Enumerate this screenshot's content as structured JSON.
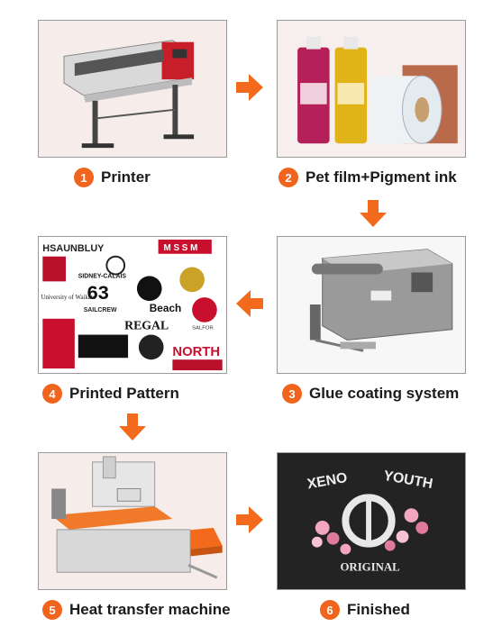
{
  "colors": {
    "accent": "#f0641e",
    "arrow": "#f36a1d",
    "frame_bg": "#f4e6e4"
  },
  "steps": [
    {
      "num": "1",
      "label": "Printer"
    },
    {
      "num": "2",
      "label": "Pet film+Pigment ink"
    },
    {
      "num": "3",
      "label": "Glue coating system"
    },
    {
      "num": "4",
      "label": "Printed Pattern"
    },
    {
      "num": "5",
      "label": "Heat transfer machine"
    },
    {
      "num": "6",
      "label": "Finished"
    }
  ],
  "images": {
    "pattern_texts": [
      "HSAUNBLUY",
      "M S S M",
      "63",
      "SIDNEY-CALAIS",
      "University of Waikato",
      "SAILCREW",
      "Beach",
      "SALFOR",
      "NORTH",
      "REGAL"
    ],
    "shirt_texts": [
      "XENO",
      "YOUTH",
      "ORIGINAL"
    ]
  }
}
